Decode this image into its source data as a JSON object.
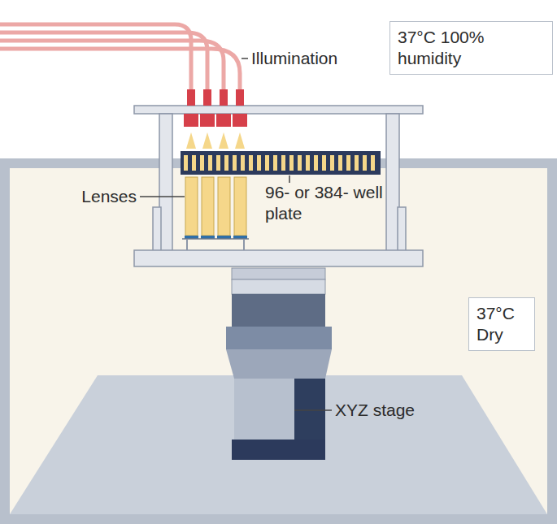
{
  "diagram": {
    "nodes": [
      {
        "text": [
          "37°C 100% humidity"
        ]
      },
      {
        "text": [
          "37°C Dry"
        ]
      }
    ],
    "labels": [
      "Illumination",
      "Lenses",
      "96- or 384- well plate",
      "XYZ stage"
    ]
  }
}
